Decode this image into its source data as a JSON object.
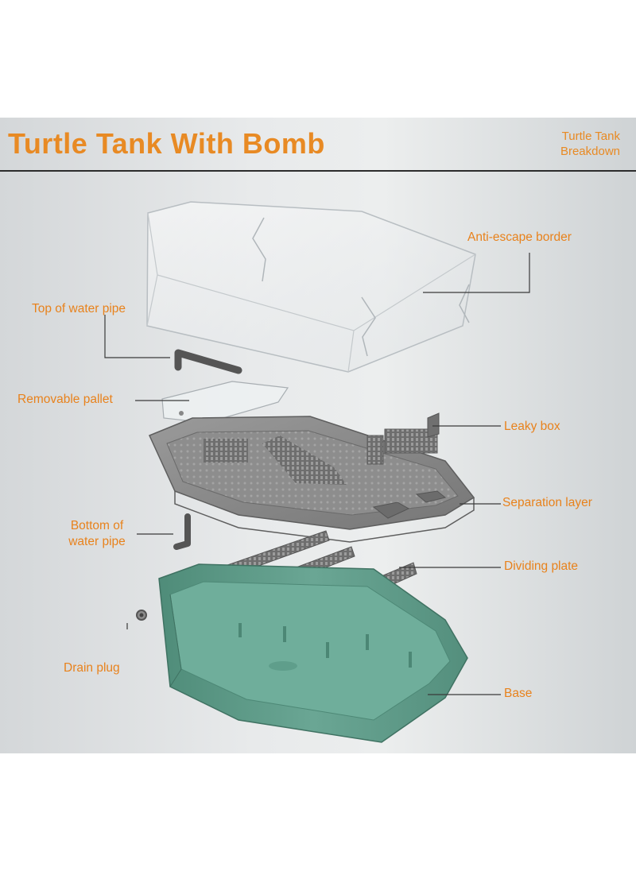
{
  "header": {
    "title": "Turtle Tank With Bomb",
    "subtitle": "Turtle Tank Breakdown"
  },
  "labels": {
    "anti_escape_border": "Anti-escape border",
    "top_of_water_pipe": "Top of water pipe",
    "removable_pallet": "Removable pallet",
    "leaky_box": "Leaky box",
    "separation_layer": "Separation layer",
    "bottom_of_water_pipe": "Bottom of water pipe",
    "dividing_plate": "Dividing plate",
    "drain_plug": "Drain plug",
    "base": "Base"
  },
  "colors": {
    "accent": "#e88a24",
    "base_green": "#5e9a88",
    "tray_gray": "#8c8c8c",
    "pipe_gray": "#5a5a5a"
  }
}
